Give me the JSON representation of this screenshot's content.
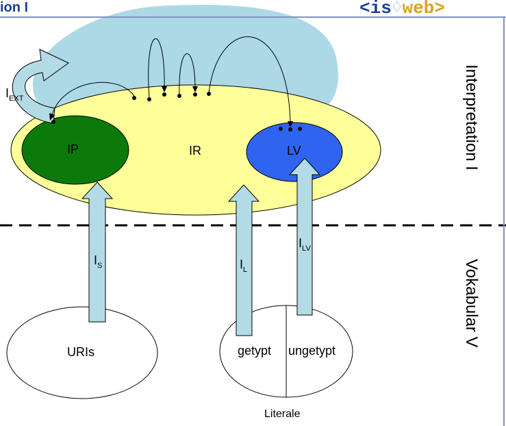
{
  "header": {
    "title": "ion I",
    "logo_part1": "<is",
    "logo_sym": "♢",
    "logo_part2": "web>"
  },
  "sets": {
    "ir": "IR",
    "ip": "IP",
    "lv": "LV",
    "uris": "URIs",
    "getypt": "getypt",
    "ungetypt": "ungetypt",
    "literale": "Literale"
  },
  "mappings": {
    "i_ext": {
      "base": "I",
      "sub": "EXT"
    },
    "i_s": {
      "base": "I",
      "sub": "S"
    },
    "i_l": {
      "base": "I",
      "sub": "L"
    },
    "i_lv": {
      "base": "I",
      "sub": "LV"
    }
  },
  "sections": {
    "interpretation": "Interpretation I",
    "vokabular": "Vokabular V"
  },
  "colors": {
    "cloud": "#add8e6",
    "ir_fill": "#ffff99",
    "ip_fill": "#008000",
    "lv_fill": "#3366ff",
    "arrow_fill": "#b3dbe6"
  }
}
